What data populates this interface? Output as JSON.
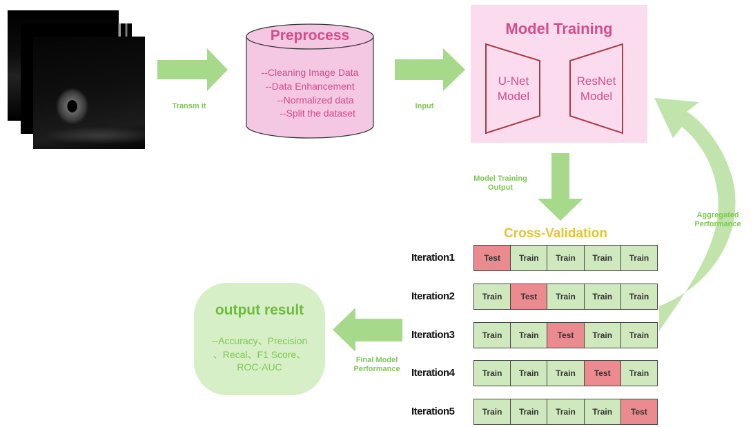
{
  "preprocess": {
    "title": "Preprocess",
    "items": [
      "--Cleaning Image Data",
      "--Data Enhancement",
      "--Normalized data",
      "--Split the dataset"
    ]
  },
  "arrows": {
    "transmit": "Transm it",
    "input": "Input",
    "model_training_output": "Model Training Output",
    "aggregated_performance": "Aggregated Performance",
    "final_model_performance": "Final Model Performance"
  },
  "model_training": {
    "title": "Model Training",
    "unet": "U-Net Model",
    "resnet": "ResNet Model"
  },
  "cross_validation": {
    "title": "Cross-Validation",
    "iterations": [
      {
        "label": "Iteration1",
        "cells": [
          "Test",
          "Train",
          "Train",
          "Train",
          "Train"
        ]
      },
      {
        "label": "Iteration2",
        "cells": [
          "Train",
          "Test",
          "Train",
          "Train",
          "Train"
        ]
      },
      {
        "label": "Iteration3",
        "cells": [
          "Train",
          "Train",
          "Test",
          "Train",
          "Train"
        ]
      },
      {
        "label": "Iteration4",
        "cells": [
          "Train",
          "Train",
          "Train",
          "Test",
          "Train"
        ]
      },
      {
        "label": "Iteration5",
        "cells": [
          "Train",
          "Train",
          "Train",
          "Train",
          "Test"
        ]
      }
    ]
  },
  "output": {
    "title": "output result",
    "line1": "--Accuracy、Precision",
    "line2": "、Recal、F1 Score、",
    "line3": "ROC-AUC"
  },
  "colors": {
    "arrow_green": "#a6d98a",
    "pink": "#f4c7e2",
    "pink_text": "#d14d8c",
    "trapezoid": "#a93b45",
    "green_label": "#7fc653",
    "gold": "#e8c332",
    "test_cell": "#eb8a8f",
    "train_cell": "#cfe8bd",
    "output_bg": "#d6efc7"
  }
}
